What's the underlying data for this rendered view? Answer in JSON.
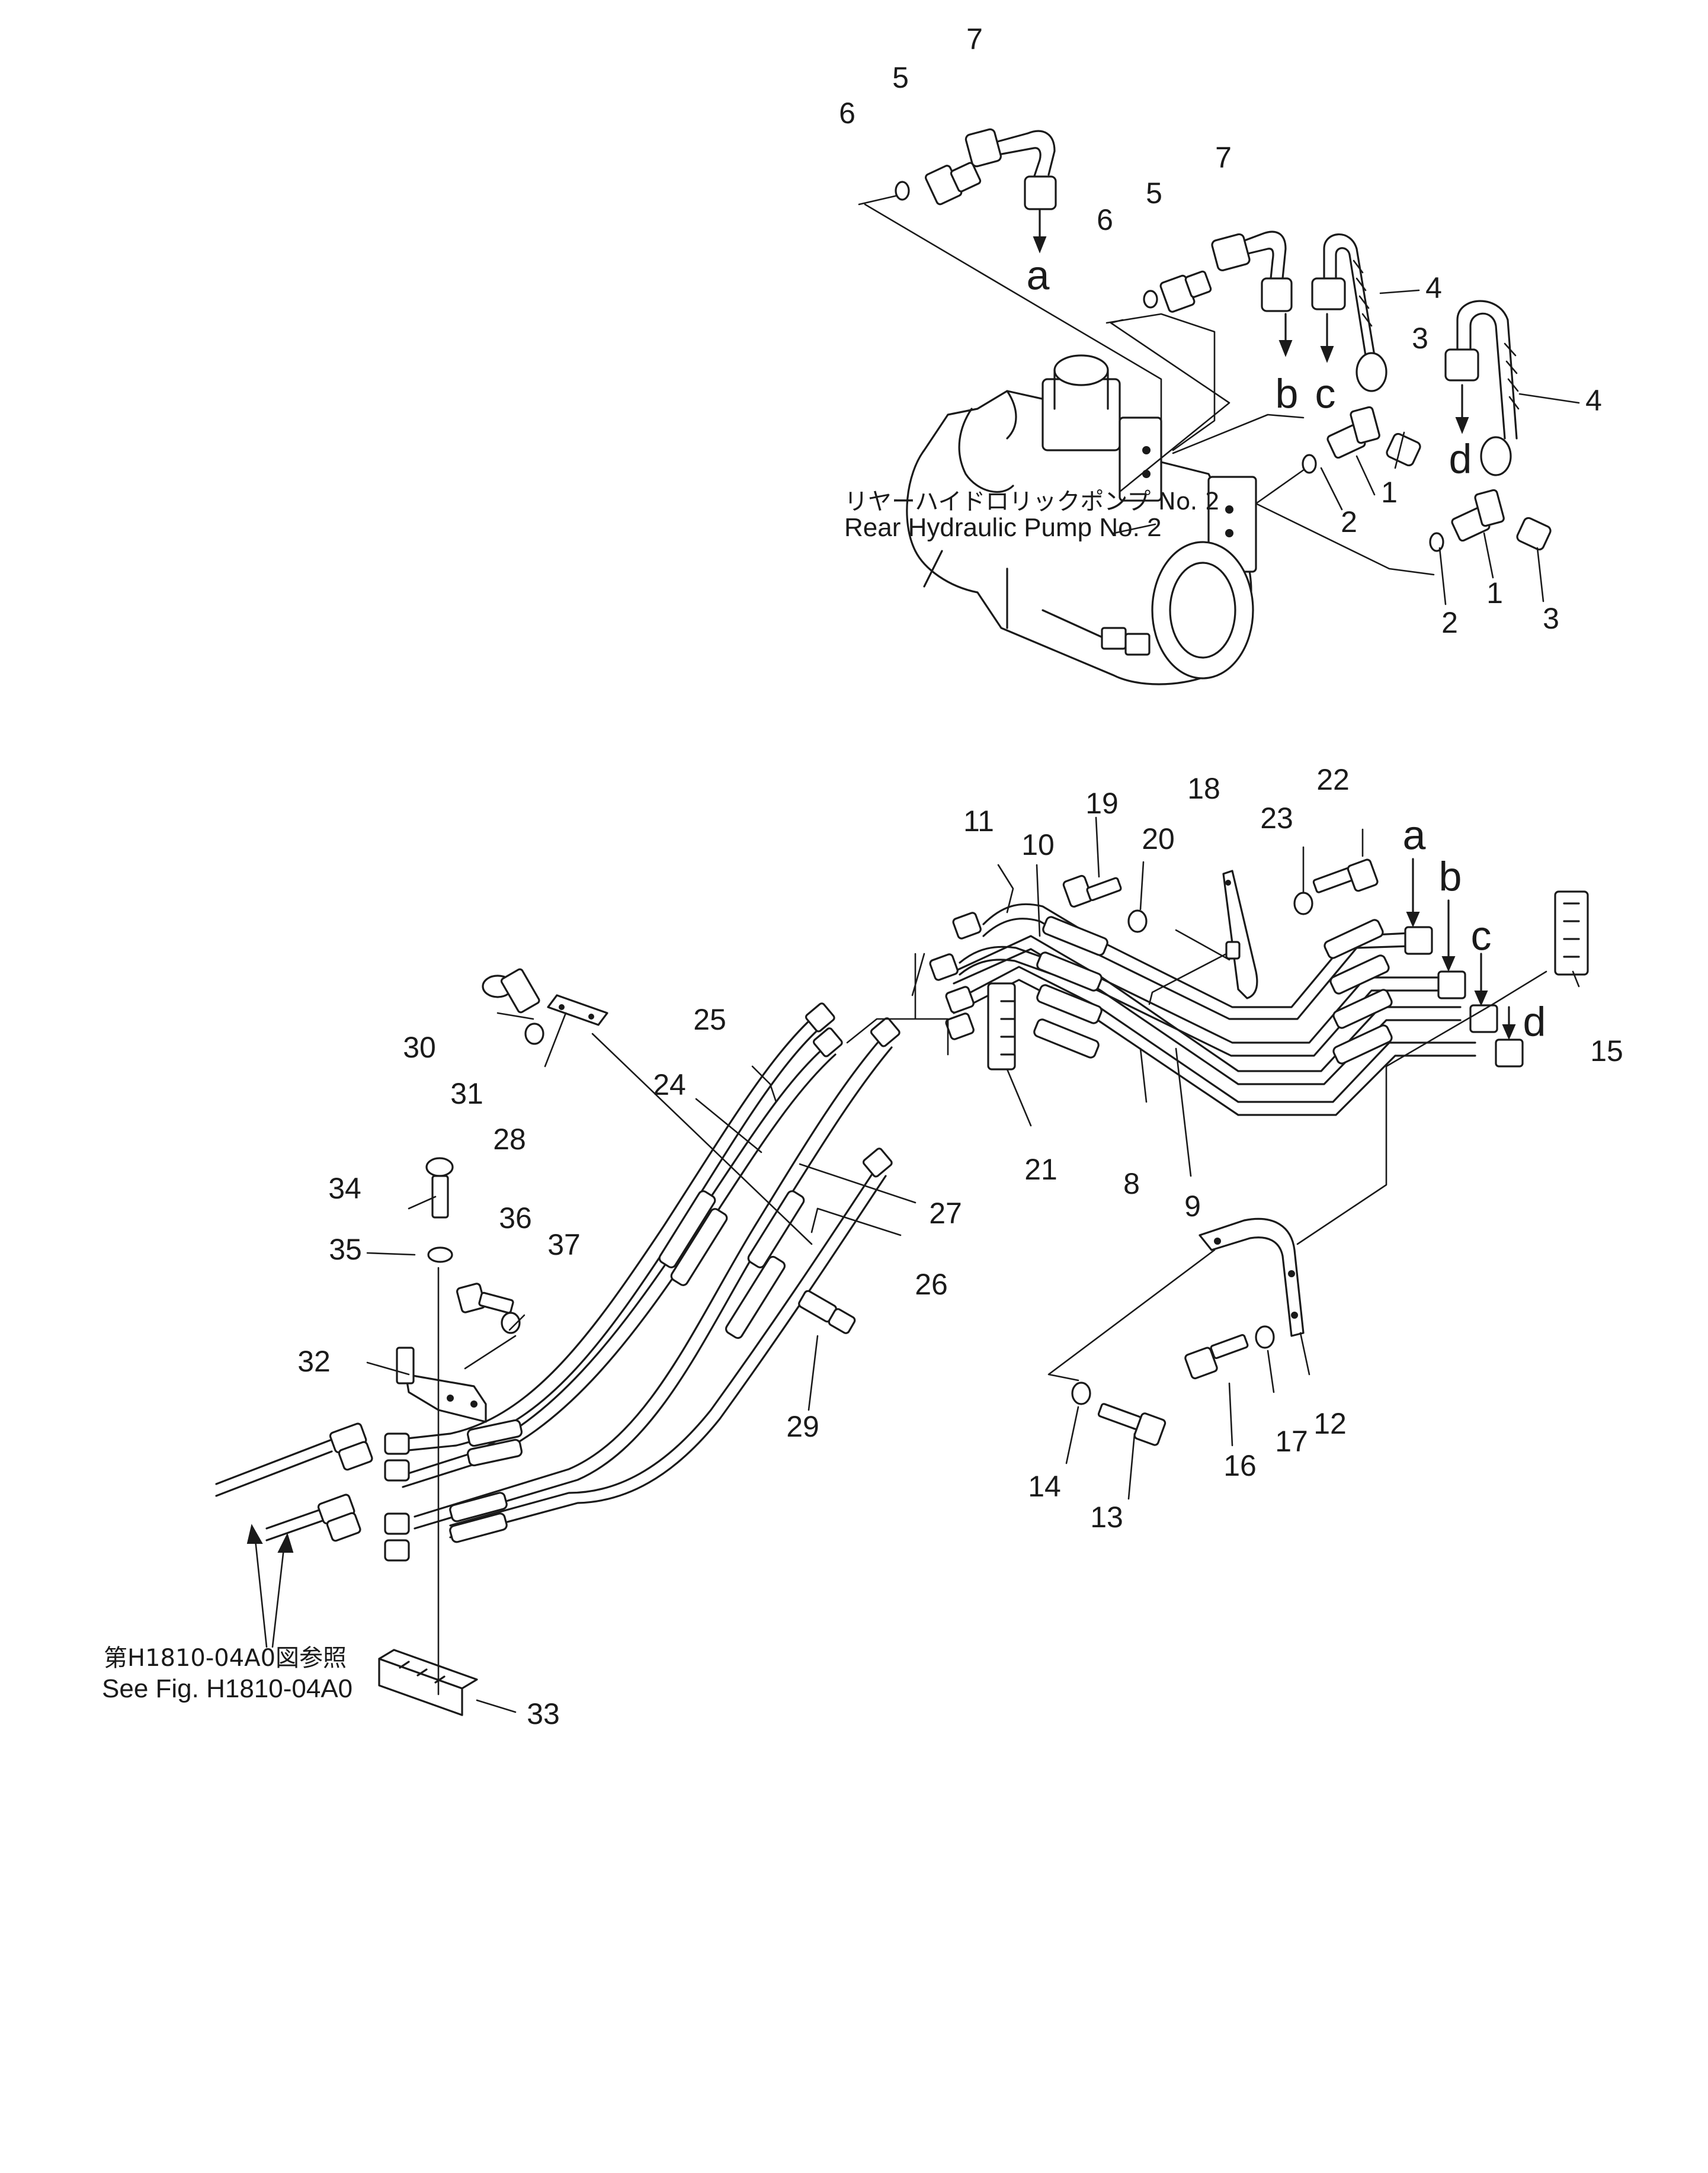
{
  "pump_label": {
    "line_jp": "リヤーハイドロリックポンプ No. 2",
    "line_en": "Rear Hydraulic Pump No. 2"
  },
  "reference_note": {
    "line_jp": "第H1810-04A0図参照",
    "line_en": "See Fig. H1810-04A0"
  },
  "callouts": [
    {
      "id": "c7a",
      "text": "7"
    },
    {
      "id": "c5a",
      "text": "5"
    },
    {
      "id": "c6a",
      "text": "6"
    },
    {
      "id": "c7b",
      "text": "7"
    },
    {
      "id": "c5b",
      "text": "5"
    },
    {
      "id": "c6b",
      "text": "6"
    },
    {
      "id": "c4a",
      "text": "4"
    },
    {
      "id": "c4b",
      "text": "4"
    },
    {
      "id": "c3a",
      "text": "3"
    },
    {
      "id": "c1a",
      "text": "1"
    },
    {
      "id": "c2a",
      "text": "2"
    },
    {
      "id": "c2b",
      "text": "2"
    },
    {
      "id": "c1b",
      "text": "1"
    },
    {
      "id": "c3b",
      "text": "3"
    },
    {
      "id": "c11",
      "text": "11"
    },
    {
      "id": "c10",
      "text": "10"
    },
    {
      "id": "c19",
      "text": "19"
    },
    {
      "id": "c20",
      "text": "20"
    },
    {
      "id": "c18",
      "text": "18"
    },
    {
      "id": "c23",
      "text": "23"
    },
    {
      "id": "c22",
      "text": "22"
    },
    {
      "id": "c15",
      "text": "15"
    },
    {
      "id": "c25",
      "text": "25"
    },
    {
      "id": "c24",
      "text": "24"
    },
    {
      "id": "c30",
      "text": "30"
    },
    {
      "id": "c31",
      "text": "31"
    },
    {
      "id": "c28",
      "text": "28"
    },
    {
      "id": "c21",
      "text": "21"
    },
    {
      "id": "c8",
      "text": "8"
    },
    {
      "id": "c9",
      "text": "9"
    },
    {
      "id": "c27",
      "text": "27"
    },
    {
      "id": "c26",
      "text": "26"
    },
    {
      "id": "c34",
      "text": "34"
    },
    {
      "id": "c36",
      "text": "36"
    },
    {
      "id": "c37",
      "text": "37"
    },
    {
      "id": "c35",
      "text": "35"
    },
    {
      "id": "c32",
      "text": "32"
    },
    {
      "id": "c29",
      "text": "29"
    },
    {
      "id": "c12",
      "text": "12"
    },
    {
      "id": "c17",
      "text": "17"
    },
    {
      "id": "c16",
      "text": "16"
    },
    {
      "id": "c14",
      "text": "14"
    },
    {
      "id": "c13",
      "text": "13"
    },
    {
      "id": "c33",
      "text": "33"
    }
  ],
  "port_letters": [
    {
      "id": "la1",
      "text": "a"
    },
    {
      "id": "lb1",
      "text": "b"
    },
    {
      "id": "lc1",
      "text": "c"
    },
    {
      "id": "ld1",
      "text": "d"
    },
    {
      "id": "la2",
      "text": "a"
    },
    {
      "id": "lb2",
      "text": "b"
    },
    {
      "id": "lc2",
      "text": "c"
    },
    {
      "id": "ld2",
      "text": "d"
    }
  ]
}
